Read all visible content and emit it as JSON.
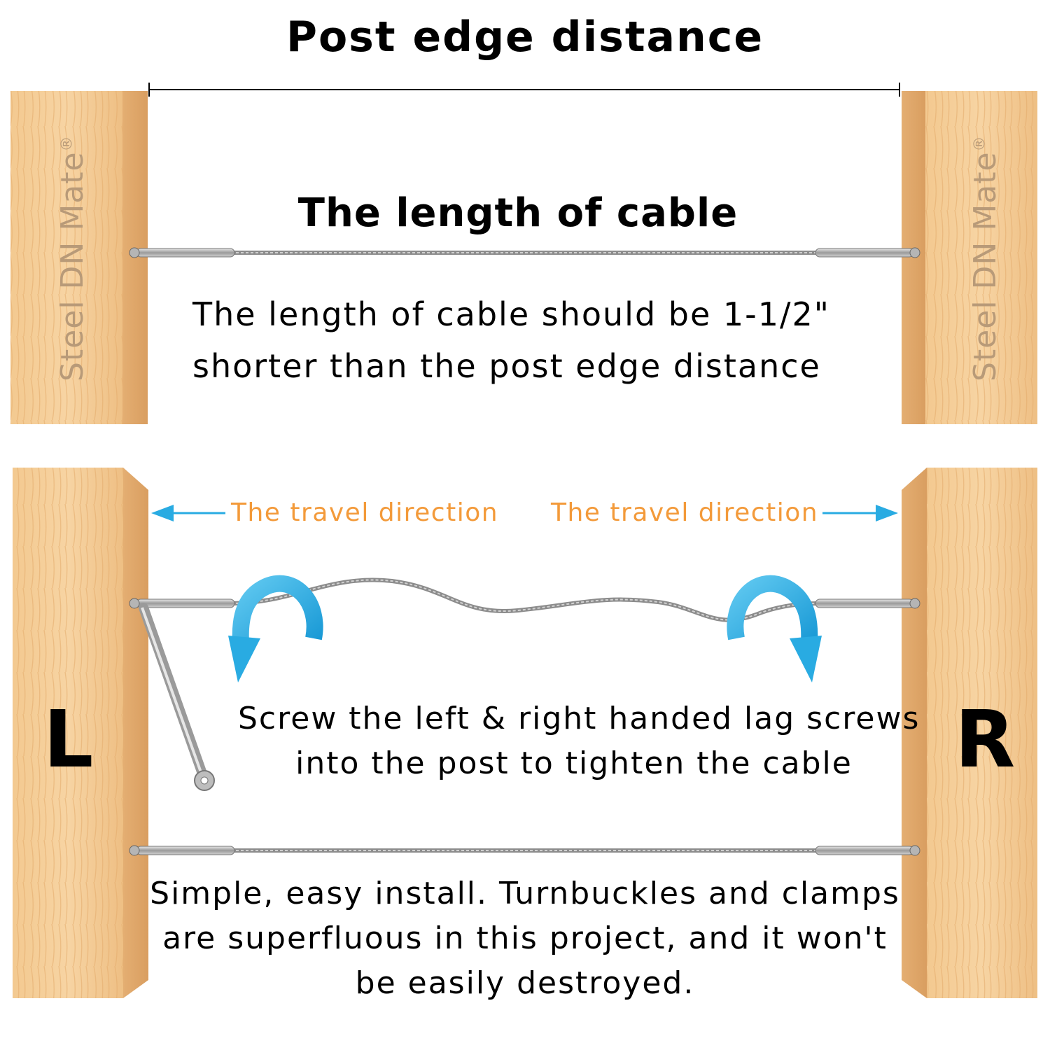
{
  "title": "Post edge distance",
  "subtitle": "The length of cable",
  "description": {
    "line1": "The length of cable should be 1-1/2\"",
    "line2": "shorter than the post edge distance"
  },
  "brand": {
    "name": "Steel DN Mate",
    "mark": "®"
  },
  "travel": {
    "left": "The travel direction",
    "right": "The travel direction"
  },
  "posts": {
    "left_label": "L",
    "right_label": "R"
  },
  "screw_instruction": {
    "line1": "Screw the left & right handed lag screws",
    "line2": "into the post to tighten the cable"
  },
  "benefit": {
    "line1": "Simple, easy install. Turnbuckles and clamps",
    "line2": "are superfluous in this project, and it won't",
    "line3": "be easily destroyed."
  },
  "colors": {
    "wood_front": "#f0c48c",
    "wood_side": "#e2ab70",
    "arrow_blue": "#29abe2",
    "travel_orange": "#f39a3a",
    "cable": "#8c8c8c",
    "brand_gray": "#b89a78"
  }
}
